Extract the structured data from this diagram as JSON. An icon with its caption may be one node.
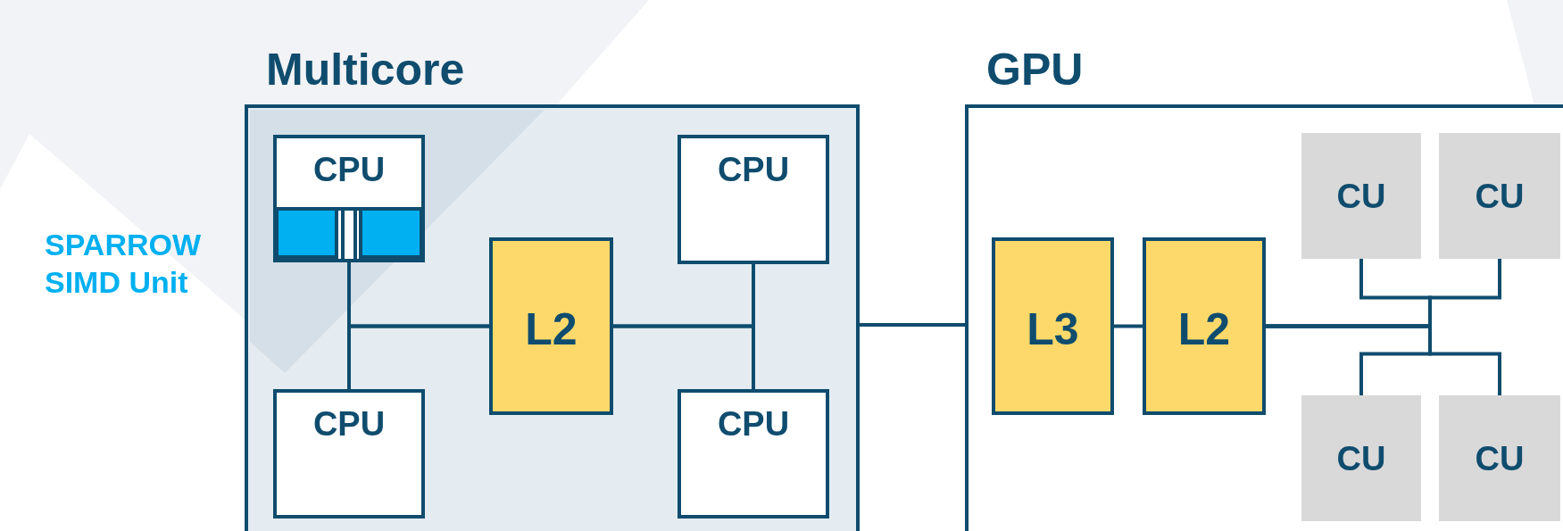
{
  "diagram": {
    "nodes": [
      {
        "text": [
          "Multicore"
        ]
      },
      {
        "text": [
          "CPU"
        ],
        "in": 0
      },
      {
        "text": [
          "CPU"
        ],
        "in": 0
      },
      {
        "text": [
          "L2"
        ],
        "in": 0
      },
      {
        "text": [
          "CPU"
        ],
        "in": 0
      },
      {
        "text": [
          "CPU"
        ],
        "in": 0
      },
      {
        "text": [
          "GPU"
        ]
      },
      {
        "text": [
          "L3"
        ],
        "in": 6
      },
      {
        "text": [
          "L2"
        ],
        "in": 6
      },
      {
        "text": [
          "CU"
        ],
        "in": 6
      },
      {
        "text": [
          "CU"
        ],
        "in": 6
      },
      {
        "text": [
          "CU"
        ],
        "in": 6
      },
      {
        "text": [
          "CU"
        ],
        "in": 6
      }
    ],
    "edges": [
      {
        "from": 1,
        "to": 3,
        "arrow": "none"
      },
      {
        "from": 4,
        "to": 3,
        "arrow": "none"
      },
      {
        "from": 2,
        "to": 3,
        "arrow": "none"
      },
      {
        "from": 5,
        "to": 3,
        "arrow": "none"
      },
      {
        "from": 0,
        "to": 6,
        "arrow": "none"
      },
      {
        "from": 7,
        "to": 8,
        "arrow": "none"
      },
      {
        "from": 8,
        "to": 9,
        "arrow": "none"
      },
      {
        "from": 8,
        "to": 10,
        "arrow": "none"
      },
      {
        "from": 8,
        "to": 11,
        "arrow": "none"
      },
      {
        "from": 8,
        "to": 12,
        "arrow": "none"
      }
    ],
    "labels": [
      "SPARROW SIMD Unit"
    ]
  }
}
